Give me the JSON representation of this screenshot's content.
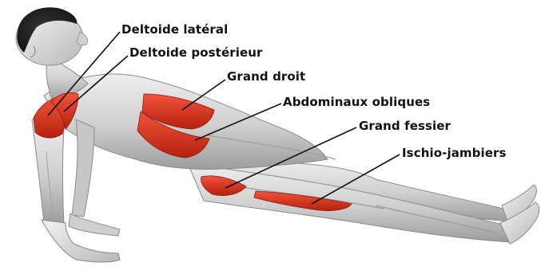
{
  "labels": [
    {
      "text": "Deltoide latéral",
      "muscle": "deltoide-lateral"
    },
    {
      "text": "Deltoide postérieur",
      "muscle": "deltoide-posterieur"
    },
    {
      "text": "Grand droit",
      "muscle": "grand-droit"
    },
    {
      "text": "Abdominaux obliques",
      "muscle": "abdominaux-obliques"
    },
    {
      "text": "Grand fessier",
      "muscle": "grand-fessier"
    },
    {
      "text": "Ischio-jambiers",
      "muscle": "ischio-jambiers"
    }
  ],
  "colors": {
    "background": "#ffffff",
    "body_gray": "#d8d8d8",
    "body_shadow": "#a9a9a9",
    "highlight": "#e0301b",
    "highlight_dark": "#a11d0f",
    "leader_line": "#111111",
    "text": "#111111"
  }
}
